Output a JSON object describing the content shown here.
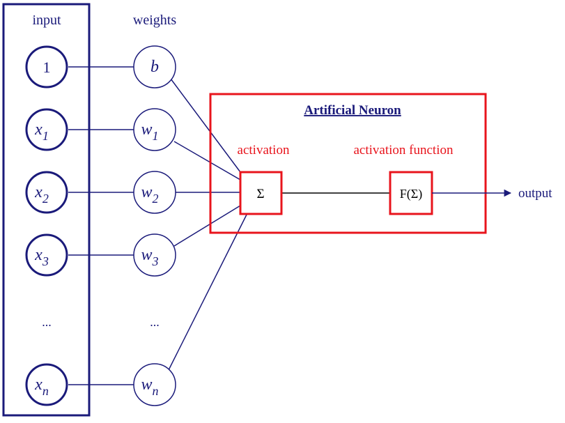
{
  "headers": {
    "input": "input",
    "weights": "weights"
  },
  "inputs": [
    {
      "main": "1",
      "sub": ""
    },
    {
      "main": "x",
      "sub": "1"
    },
    {
      "main": "x",
      "sub": "2"
    },
    {
      "main": "x",
      "sub": "3"
    },
    {
      "main": "x",
      "sub": "n"
    }
  ],
  "weights": [
    {
      "main": "b",
      "sub": ""
    },
    {
      "main": "w",
      "sub": "1"
    },
    {
      "main": "w",
      "sub": "2"
    },
    {
      "main": "w",
      "sub": "3"
    },
    {
      "main": "w",
      "sub": "n"
    }
  ],
  "ellipsis": "...",
  "neuron": {
    "title": "Artificial Neuron",
    "activation_label": "activation",
    "activation_function_label": "activation function",
    "sum_symbol": "Σ",
    "function_symbol": "F(Σ)"
  },
  "output_label": "output",
  "colors": {
    "navy": "#1a1a7a",
    "red": "#e8141c",
    "black": "#000000"
  }
}
